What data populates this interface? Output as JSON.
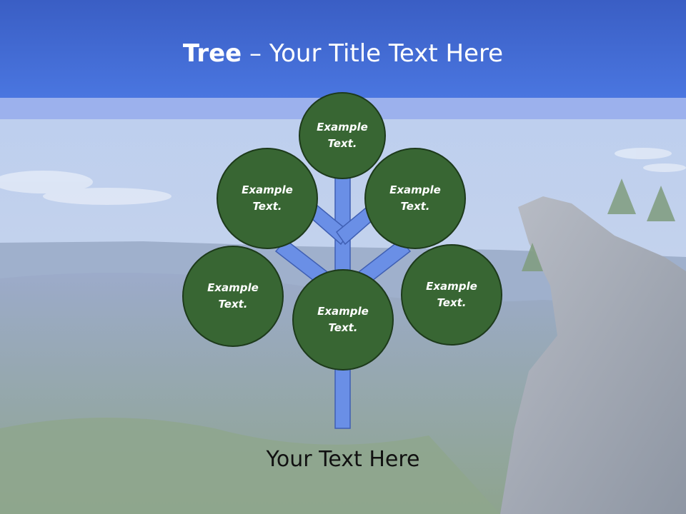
{
  "slide": {
    "title_strong": "Tree",
    "title_rest": " – Your Title Text Here",
    "caption": "Your Text Here"
  },
  "nodes": [
    {
      "label_line1": "Example",
      "label_line2": "Text."
    },
    {
      "label_line1": "Example",
      "label_line2": "Text."
    },
    {
      "label_line1": "Example",
      "label_line2": "Text."
    },
    {
      "label_line1": "Example",
      "label_line2": "Text."
    },
    {
      "label_line1": "Example",
      "label_line2": "Text."
    },
    {
      "label_line1": "Example",
      "label_line2": "Text."
    }
  ],
  "colors": {
    "header": "#3a5ec4",
    "node_fill": "#386633",
    "node_stroke": "#1d3a1b",
    "branch": "#6a8fe6",
    "branch_stroke": "#3f5fb3"
  }
}
